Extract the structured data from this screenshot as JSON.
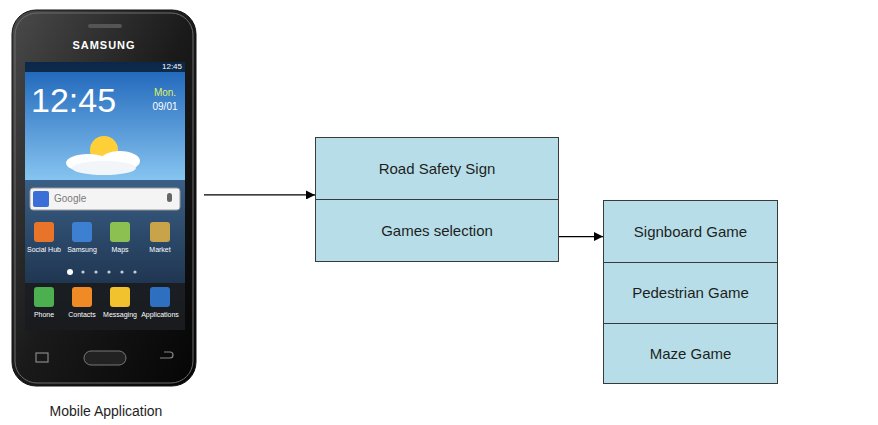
{
  "diagram": {
    "nodes": [
      {
        "text": [
          "Mobile Application"
        ]
      },
      {
        "text": [
          "Road Safety Sign"
        ]
      },
      {
        "text": [
          "Games selection"
        ]
      },
      {
        "text": [
          "Signboard Game"
        ]
      },
      {
        "text": [
          "Pedestrian Game"
        ]
      },
      {
        "text": [
          "Maze Game"
        ]
      }
    ],
    "edges": [
      {
        "from": 0,
        "to": 1,
        "arrow": "to"
      },
      {
        "from": 2,
        "to": 3,
        "arrow": "to"
      }
    ],
    "labels": [
      "SAMSUNG",
      "12:45",
      "12:45",
      "Mon.",
      "09/01",
      "Google",
      "Social Hub",
      "Samsung",
      "Maps",
      "Market",
      "Phone",
      "Contacts",
      "Messaging",
      "Applications"
    ]
  }
}
